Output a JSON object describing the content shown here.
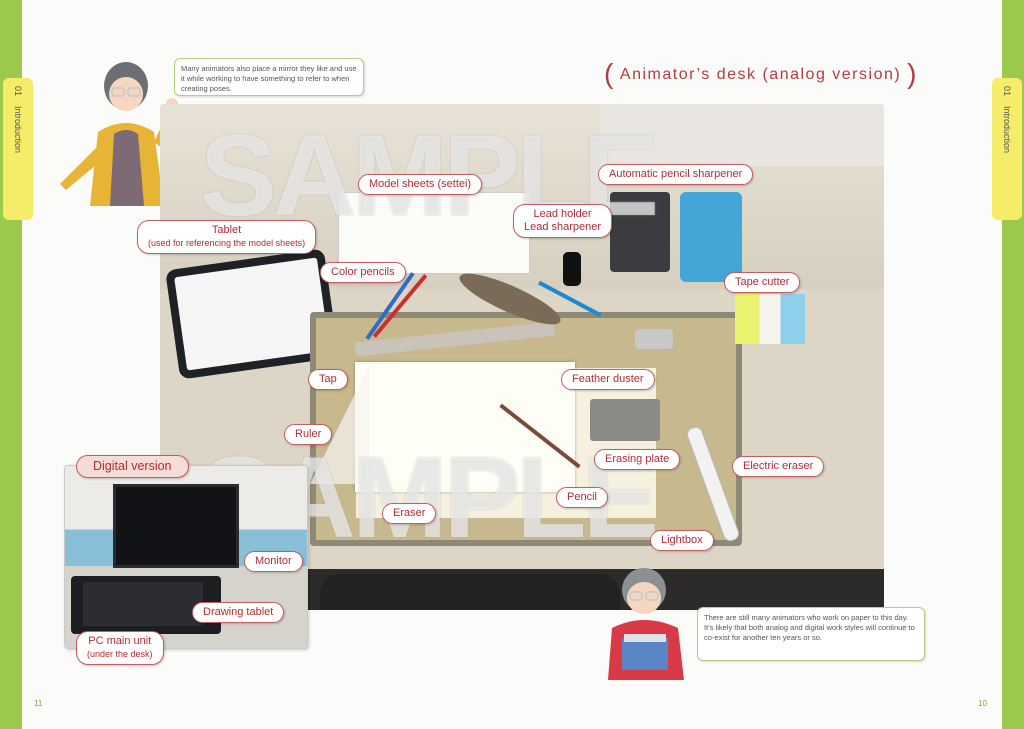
{
  "tabs": {
    "left": {
      "number": "01",
      "label": "Introduction"
    },
    "right": {
      "number": "01",
      "label": "Introduction"
    }
  },
  "title": "Animator’s desk (analog version)",
  "top_note": "Many animators also place a mirror they like and use it while working to have something to refer to when creating poses.",
  "bottom_note": {
    "line1": "There are still many animators who work on paper to this day.",
    "line2": "It’s likely that both analog and digital work styles will continue to co-exist for another ten years or so."
  },
  "watermark": "SAMPLE",
  "labels": {
    "model_sheets": "Model sheets (settei)",
    "auto_sharpener": "Automatic pencil sharpener",
    "lead_holder": "Lead holder",
    "lead_sharpener": "Lead sharpener",
    "tablet": "Tablet",
    "tablet_note": "(used for referencing the model sheets)",
    "color_pencils": "Color pencils",
    "tape_cutter": "Tape cutter",
    "tap": "Tap",
    "feather_duster": "Feather duster",
    "ruler": "Ruler",
    "erasing_plate": "Erasing plate",
    "electric_eraser": "Electric eraser",
    "pencil": "Pencil",
    "eraser": "Eraser",
    "lightbox": "Lightbox"
  },
  "digital": {
    "heading": "Digital version",
    "monitor": "Monitor",
    "drawing_tablet": "Drawing tablet",
    "pc_main": "PC main unit",
    "pc_note": "(under the desk)"
  },
  "page_numbers": {
    "left": "11",
    "right": "10"
  },
  "colors": {
    "accent_red": "#b43a41",
    "edge_green": "#9bc94b",
    "tab_yellow": "#f5ec6a"
  }
}
